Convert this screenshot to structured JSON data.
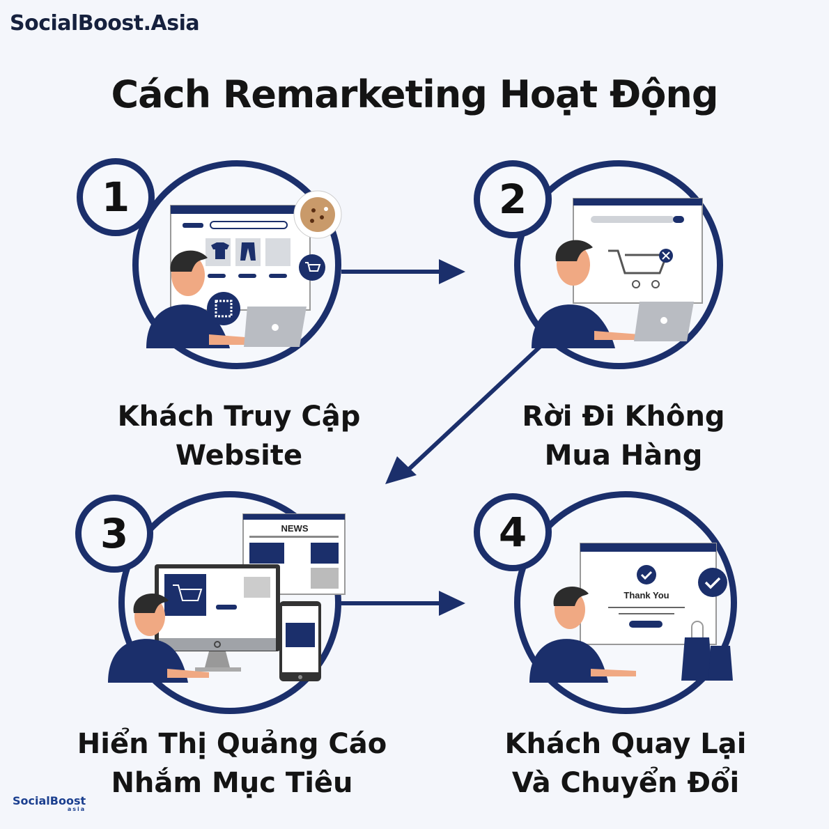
{
  "brand": "SocialBoost.Asia",
  "title": "Cách Remarketing Hoạt Động",
  "colors": {
    "navy": "#1b2f6b",
    "background": "#f4f6fb",
    "text": "#141414",
    "skin": "#f0a983",
    "gray": "#bfc3c9"
  },
  "steps": [
    {
      "number": "1",
      "line1": "Khách Truy Cập",
      "line2": "Website",
      "icons": [
        "browser-shop",
        "cookie",
        "cart-badge",
        "qr-code",
        "laptop"
      ]
    },
    {
      "number": "2",
      "line1": "Rời Đi Không",
      "line2": "Mua Hàng",
      "icons": [
        "browser",
        "search-bar",
        "shopping-cart",
        "close-badge",
        "laptop"
      ]
    },
    {
      "number": "3",
      "line1": "Hiển Thị Quảng Cáo",
      "line2": "Nhắm Mục Tiêu",
      "news_label": "NEWS",
      "icons": [
        "news-site",
        "desktop-monitor",
        "smartphone",
        "cart-ad"
      ]
    },
    {
      "number": "4",
      "line1": "Khách Quay Lại",
      "line2": "Và Chuyển Đổi",
      "thank_you": "Thank You",
      "icons": [
        "browser",
        "check-badge",
        "shopping-bags"
      ]
    }
  ],
  "footer": {
    "logo": "SocialBoost",
    "logo_sub": "asia"
  }
}
